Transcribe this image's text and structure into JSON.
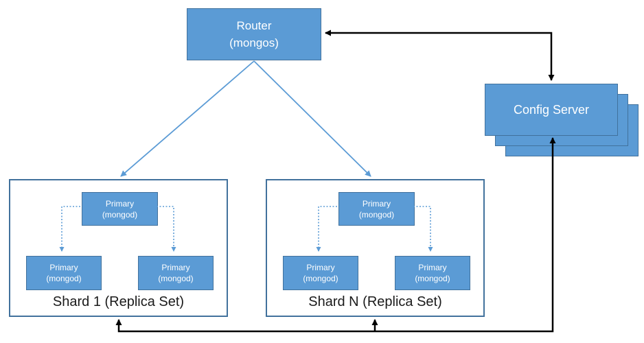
{
  "palette": {
    "node_fill": "#5B9BD5",
    "node_border": "#41719C",
    "container_border": "#41719C",
    "connector_black": "#000000",
    "connector_blue": "#5B9BD5",
    "text_light": "#FFFFFF",
    "text_dark": "#1A1A1A",
    "background": "#FFFFFF"
  },
  "router": {
    "line1": "Router",
    "line2": "(mongos)"
  },
  "config_server": {
    "label": "Config Server",
    "stack_count": 3
  },
  "shards": [
    {
      "label": "Shard 1 (Replica Set)",
      "primary": {
        "line1": "Primary",
        "line2": "(mongod)"
      },
      "replicas": [
        {
          "line1": "Primary",
          "line2": "(mongod)"
        },
        {
          "line1": "Primary",
          "line2": "(mongod)"
        }
      ]
    },
    {
      "label": "Shard N (Replica Set)",
      "primary": {
        "line1": "Primary",
        "line2": "(mongod)"
      },
      "replicas": [
        {
          "line1": "Primary",
          "line2": "(mongod)"
        },
        {
          "line1": "Primary",
          "line2": "(mongod)"
        }
      ]
    }
  ]
}
